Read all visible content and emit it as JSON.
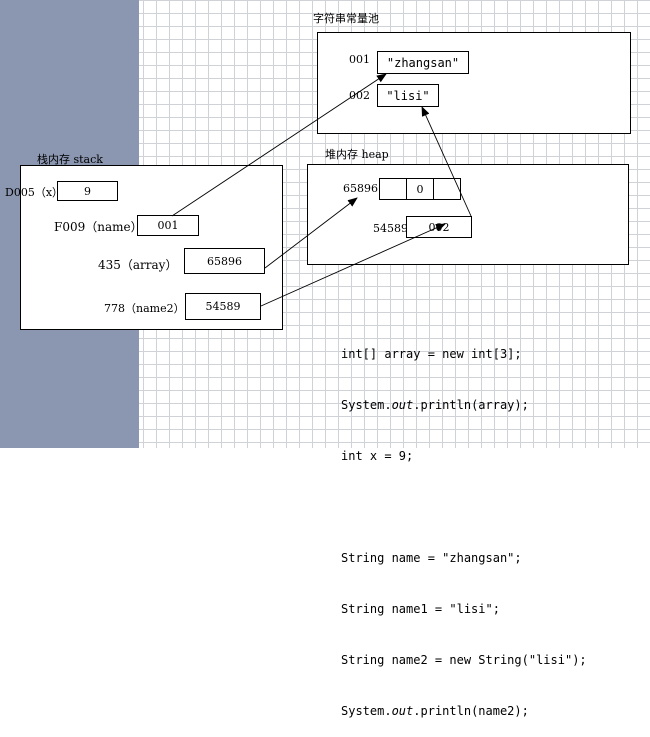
{
  "string_pool": {
    "title": "字符串常量池",
    "entries": [
      {
        "address": "001",
        "value": "\"zhangsan\""
      },
      {
        "address": "002",
        "value": "\"lisi\""
      }
    ]
  },
  "heap": {
    "title": "堆内存 heap",
    "array_address": "65896",
    "array_cells": [
      "",
      "0",
      ""
    ],
    "object_address": "54589",
    "object_value": "002"
  },
  "stack": {
    "title": "栈内存 stack",
    "vars": [
      {
        "label": "D005（x）",
        "value": "9"
      },
      {
        "label": "F009（name）",
        "value": "001"
      },
      {
        "label": "435（array）",
        "value": "65896"
      },
      {
        "label": "778（name2）",
        "value": "54589"
      }
    ]
  },
  "code": {
    "line1": "int[] array = new int[3];",
    "line2_pre": "System.",
    "line2_it": "out",
    "line2_post": ".println(array);",
    "line3": "int x = 9;",
    "line4": "String name = \"zhangsan\";",
    "line5": "String name1 = \"lisi\";",
    "line6": "String name2 = new String(\"lisi\");",
    "line7_pre": "System.",
    "line7_it": "out",
    "line7_post": ".println(name2);"
  }
}
